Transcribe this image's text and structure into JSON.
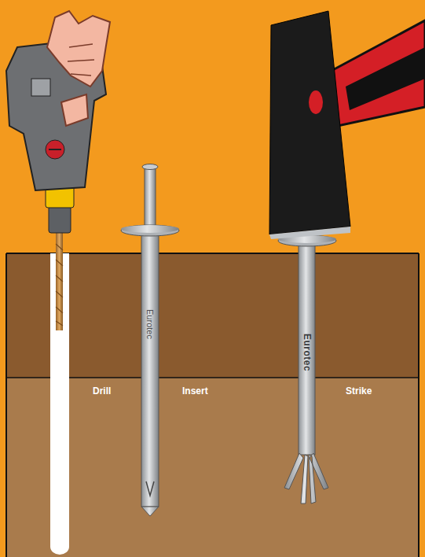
{
  "diagram": {
    "labels": [
      "Drill",
      "Insert",
      "Strike",
      "Eurotec",
      "Eurotec"
    ]
  }
}
